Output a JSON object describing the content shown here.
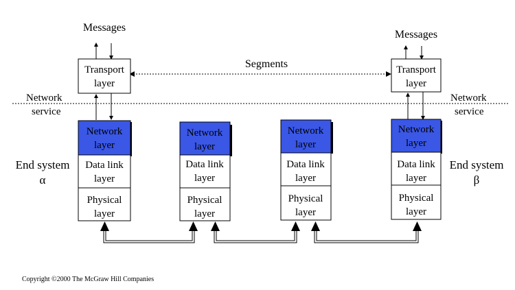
{
  "labels": {
    "messages_left": "Messages",
    "messages_right": "Messages",
    "segments": "Segments",
    "network_service_left": [
      "Network",
      "service"
    ],
    "network_service_right": [
      "Network",
      "service"
    ],
    "end_system_left": [
      "End system",
      "α"
    ],
    "end_system_right": [
      "End system",
      "β"
    ]
  },
  "stacks": {
    "transport_left": [
      "Transport",
      "layer"
    ],
    "transport_right": [
      "Transport",
      "layer"
    ],
    "network": [
      "Network",
      "layer"
    ],
    "datalink": [
      "Data link",
      "layer"
    ],
    "physical": [
      "Physical",
      "layer"
    ]
  },
  "copyright": "Copyright ©2000 The McGraw Hill Companies",
  "colors": {
    "network_layer": "#3a57e6",
    "line": "#000000",
    "background": "#ffffff"
  }
}
